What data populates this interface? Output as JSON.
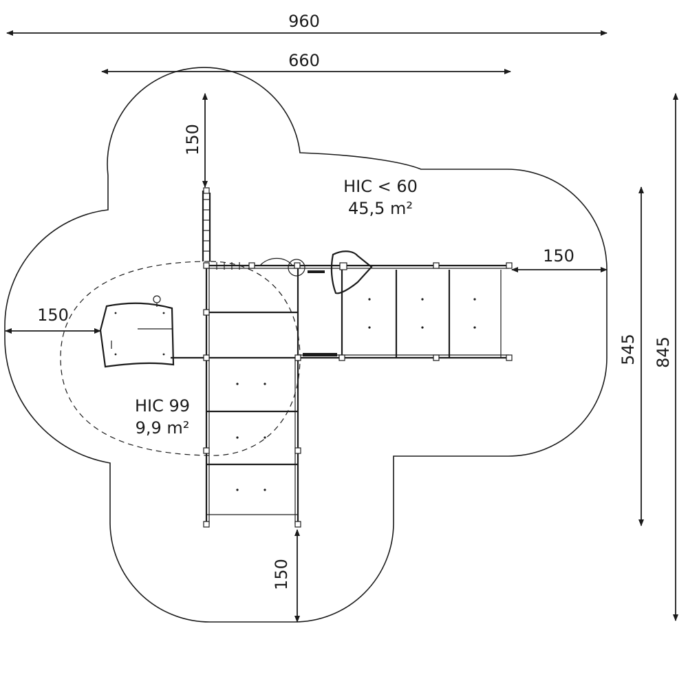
{
  "dimensions": {
    "overall_width": "960",
    "inner_width": "660",
    "top_offset": "150",
    "left_offset": "150",
    "right_offset": "150",
    "bottom_offset": "150",
    "inner_height": "545",
    "overall_height": "845"
  },
  "zones": {
    "large": {
      "label": "HIC < 60",
      "area": "45,5 m²"
    },
    "small": {
      "label": "HIC 99",
      "area": "9,9 m²"
    }
  }
}
